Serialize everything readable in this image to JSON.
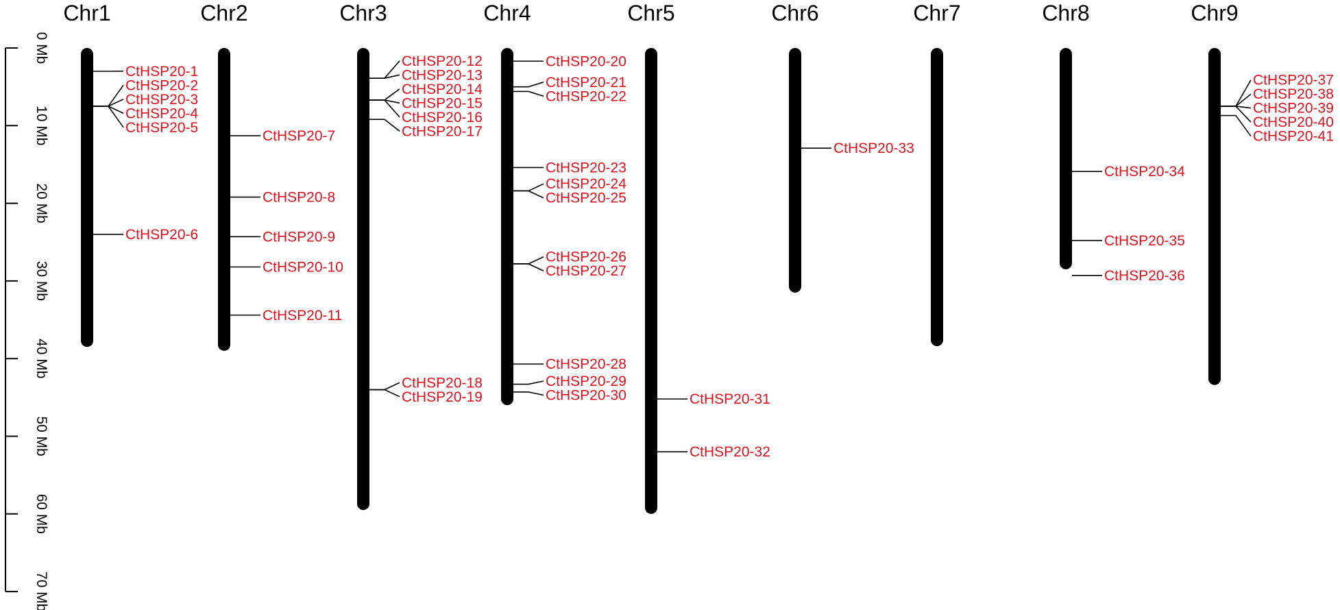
{
  "colors": {
    "chromosome": "#000000",
    "gene_label": "#e0101c",
    "leader": "#000000",
    "axis": "#000000"
  },
  "scale": {
    "unit": "Mb",
    "max": 70,
    "ticks": [
      {
        "value": 0,
        "label": "0 Mb"
      },
      {
        "value": 10,
        "label": "10 Mb"
      },
      {
        "value": 20,
        "label": "20 Mb"
      },
      {
        "value": 30,
        "label": "30 Mb"
      },
      {
        "value": 40,
        "label": "40 Mb"
      },
      {
        "value": 50,
        "label": "50 Mb"
      },
      {
        "value": 60,
        "label": "60 Mb"
      },
      {
        "value": 70,
        "label": "70 Mb"
      }
    ]
  },
  "chromosomes": [
    {
      "name": "Chr1",
      "length_mb": 38.5,
      "genes": [
        {
          "name": "CtHSP20-1",
          "pos_mb": 3.0
        },
        {
          "name": "CtHSP20-2",
          "pos_mb": 7.5
        },
        {
          "name": "CtHSP20-3",
          "pos_mb": 7.5
        },
        {
          "name": "CtHSP20-4",
          "pos_mb": 7.5
        },
        {
          "name": "CtHSP20-5",
          "pos_mb": 7.5
        },
        {
          "name": "CtHSP20-6",
          "pos_mb": 24.0
        }
      ]
    },
    {
      "name": "Chr2",
      "length_mb": 39.0,
      "genes": [
        {
          "name": "CtHSP20-7",
          "pos_mb": 11.3
        },
        {
          "name": "CtHSP20-8",
          "pos_mb": 19.2
        },
        {
          "name": "CtHSP20-9",
          "pos_mb": 24.3
        },
        {
          "name": "CtHSP20-10",
          "pos_mb": 28.2
        },
        {
          "name": "CtHSP20-11",
          "pos_mb": 34.4
        }
      ]
    },
    {
      "name": "Chr3",
      "length_mb": 59.5,
      "genes": [
        {
          "name": "CtHSP20-12",
          "pos_mb": 3.9
        },
        {
          "name": "CtHSP20-13",
          "pos_mb": 3.9
        },
        {
          "name": "CtHSP20-14",
          "pos_mb": 6.7
        },
        {
          "name": "CtHSP20-15",
          "pos_mb": 6.7
        },
        {
          "name": "CtHSP20-16",
          "pos_mb": 6.7
        },
        {
          "name": "CtHSP20-17",
          "pos_mb": 9.2
        },
        {
          "name": "CtHSP20-18",
          "pos_mb": 44.0
        },
        {
          "name": "CtHSP20-19",
          "pos_mb": 44.0
        }
      ]
    },
    {
      "name": "Chr4",
      "length_mb": 46.0,
      "genes": [
        {
          "name": "CtHSP20-20",
          "pos_mb": 1.7
        },
        {
          "name": "CtHSP20-21",
          "pos_mb": 5.0
        },
        {
          "name": "CtHSP20-22",
          "pos_mb": 5.6
        },
        {
          "name": "CtHSP20-23",
          "pos_mb": 15.4
        },
        {
          "name": "CtHSP20-24",
          "pos_mb": 18.4
        },
        {
          "name": "CtHSP20-25",
          "pos_mb": 18.4
        },
        {
          "name": "CtHSP20-26",
          "pos_mb": 27.8
        },
        {
          "name": "CtHSP20-27",
          "pos_mb": 27.8
        },
        {
          "name": "CtHSP20-28",
          "pos_mb": 40.7
        },
        {
          "name": "CtHSP20-29",
          "pos_mb": 43.3
        },
        {
          "name": "CtHSP20-30",
          "pos_mb": 44.3
        }
      ]
    },
    {
      "name": "Chr5",
      "length_mb": 60.0,
      "genes": [
        {
          "name": "CtHSP20-31",
          "pos_mb": 45.2
        },
        {
          "name": "CtHSP20-32",
          "pos_mb": 52.0
        }
      ]
    },
    {
      "name": "Chr6",
      "length_mb": 31.5,
      "genes": [
        {
          "name": "CtHSP20-33",
          "pos_mb": 12.9
        }
      ]
    },
    {
      "name": "Chr7",
      "length_mb": 38.4,
      "genes": []
    },
    {
      "name": "Chr8",
      "length_mb": 28.5,
      "genes": [
        {
          "name": "CtHSP20-34",
          "pos_mb": 15.9
        },
        {
          "name": "CtHSP20-35",
          "pos_mb": 24.8
        },
        {
          "name": "CtHSP20-36",
          "pos_mb": 29.3
        }
      ]
    },
    {
      "name": "Chr9",
      "length_mb": 43.4,
      "genes": [
        {
          "name": "CtHSP20-37",
          "pos_mb": 7.5
        },
        {
          "name": "CtHSP20-38",
          "pos_mb": 7.5
        },
        {
          "name": "CtHSP20-39",
          "pos_mb": 7.5
        },
        {
          "name": "CtHSP20-40",
          "pos_mb": 7.5
        },
        {
          "name": "CtHSP20-41",
          "pos_mb": 8.7
        }
      ]
    }
  ]
}
